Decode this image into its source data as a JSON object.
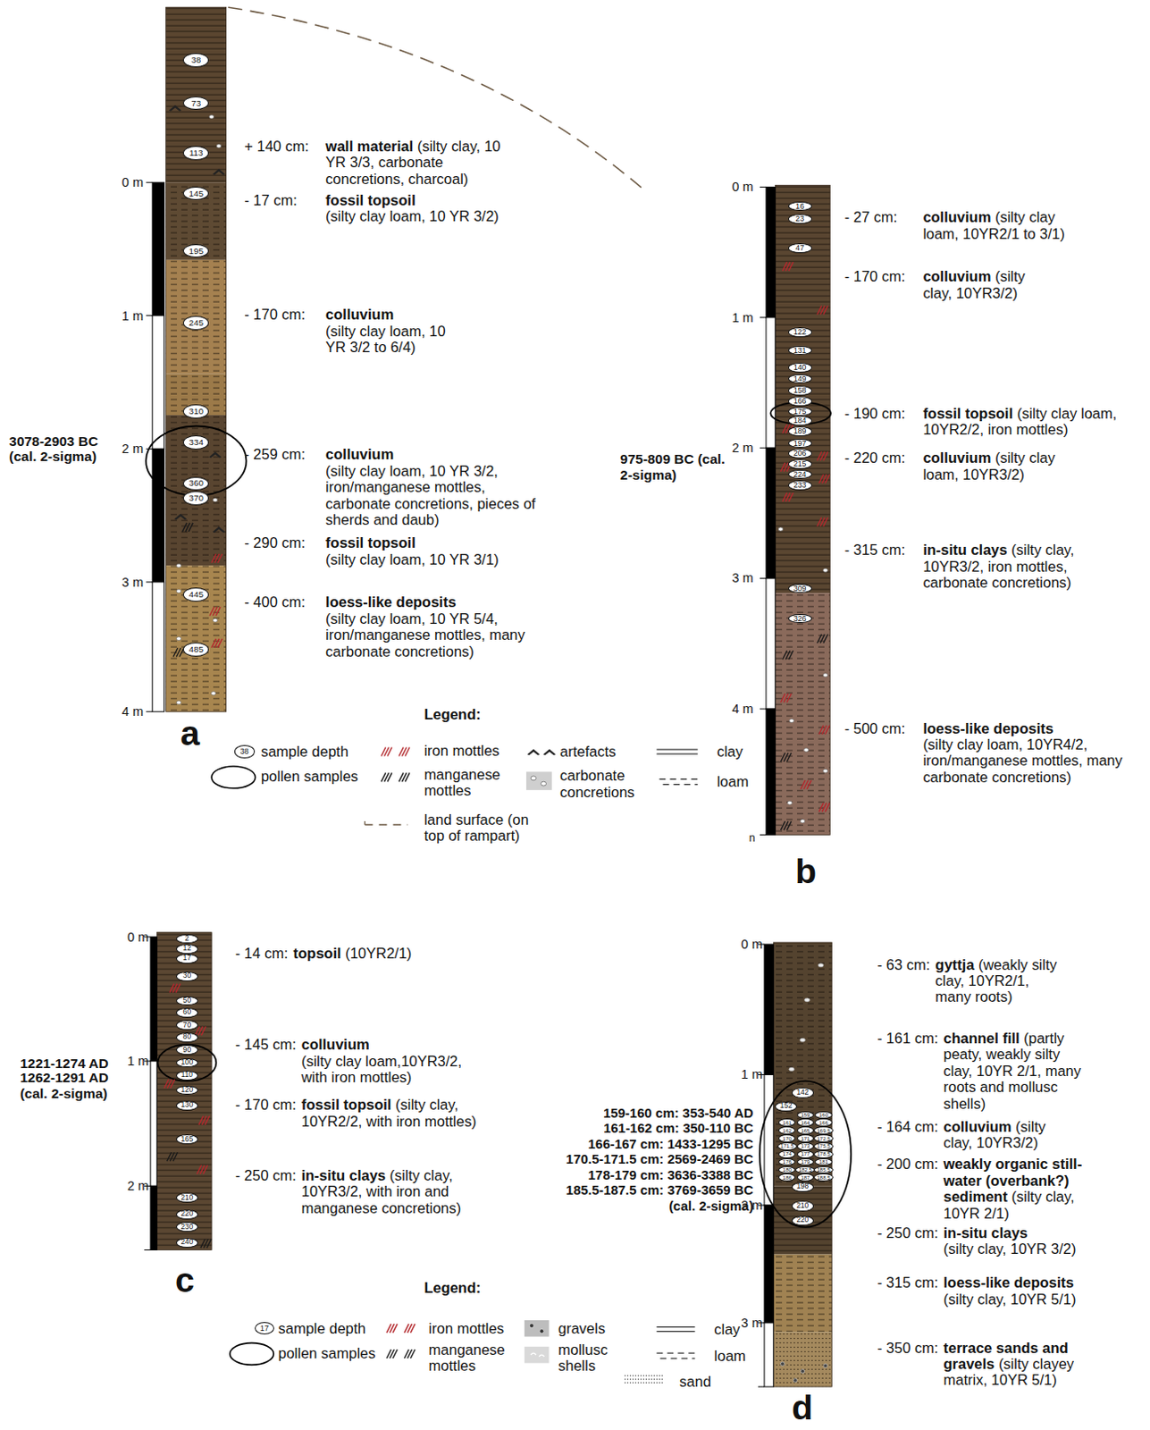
{
  "diagram": {
    "nodes": [
      {
        "text": [
          "38"
        ]
      },
      {
        "text": [
          "73"
        ]
      },
      {
        "text": [
          "113"
        ]
      },
      {
        "text": [
          "145"
        ]
      },
      {
        "text": [
          "195"
        ]
      },
      {
        "text": [
          "245"
        ]
      },
      {
        "text": [
          "310"
        ]
      },
      {
        "text": [
          "334"
        ]
      },
      {
        "text": [
          "360"
        ]
      },
      {
        "text": [
          "370"
        ]
      },
      {
        "text": [
          "445"
        ]
      },
      {
        "text": [
          "485"
        ]
      },
      {
        "text": [
          "16"
        ]
      },
      {
        "text": [
          "23"
        ]
      },
      {
        "text": [
          "47"
        ]
      },
      {
        "text": [
          "122"
        ]
      },
      {
        "text": [
          "131"
        ]
      },
      {
        "text": [
          "140"
        ]
      },
      {
        "text": [
          "149"
        ]
      },
      {
        "text": [
          "158"
        ]
      },
      {
        "text": [
          "166"
        ]
      },
      {
        "text": [
          "175"
        ]
      },
      {
        "text": [
          "184"
        ]
      },
      {
        "text": [
          "189"
        ]
      },
      {
        "text": [
          "197"
        ]
      },
      {
        "text": [
          "206"
        ]
      },
      {
        "text": [
          "215"
        ]
      },
      {
        "text": [
          "224"
        ]
      },
      {
        "text": [
          "233"
        ]
      },
      {
        "text": [
          "309"
        ]
      },
      {
        "text": [
          "326"
        ]
      },
      {
        "text": [
          "38"
        ]
      },
      {
        "text": [
          "2"
        ]
      },
      {
        "text": [
          "12"
        ]
      },
      {
        "text": [
          "17"
        ]
      },
      {
        "text": [
          "30"
        ]
      },
      {
        "text": [
          "50"
        ]
      },
      {
        "text": [
          "60"
        ]
      },
      {
        "text": [
          "70"
        ]
      },
      {
        "text": [
          "80"
        ]
      },
      {
        "text": [
          "90"
        ]
      },
      {
        "text": [
          "100"
        ]
      },
      {
        "text": [
          "110"
        ]
      },
      {
        "text": [
          "120"
        ]
      },
      {
        "text": [
          "130"
        ]
      },
      {
        "text": [
          "165"
        ]
      },
      {
        "text": [
          "210"
        ]
      },
      {
        "text": [
          "220"
        ]
      },
      {
        "text": [
          "230"
        ]
      },
      {
        "text": [
          "240"
        ]
      },
      {
        "text": [
          "142"
        ]
      },
      {
        "text": [
          "152"
        ]
      },
      {
        "text": [
          "159"
        ]
      },
      {
        "text": [
          "160"
        ]
      },
      {
        "text": [
          "161"
        ]
      },
      {
        "text": [
          "164"
        ]
      },
      {
        "text": [
          "166"
        ]
      },
      {
        "text": [
          "162"
        ]
      },
      {
        "text": [
          "165"
        ]
      },
      {
        "text": [
          "169.5"
        ]
      },
      {
        "text": [
          "170"
        ]
      },
      {
        "text": [
          "171"
        ]
      },
      {
        "text": [
          "172.5"
        ]
      },
      {
        "text": [
          "171.5"
        ]
      },
      {
        "text": [
          "173"
        ]
      },
      {
        "text": [
          "175.5"
        ]
      },
      {
        "text": [
          "174"
        ]
      },
      {
        "text": [
          "177"
        ]
      },
      {
        "text": [
          "178.5"
        ]
      },
      {
        "text": [
          "176"
        ]
      },
      {
        "text": [
          "179"
        ]
      },
      {
        "text": [
          "181"
        ]
      },
      {
        "text": [
          "180"
        ]
      },
      {
        "text": [
          "182.5"
        ]
      },
      {
        "text": [
          "185.5"
        ]
      },
      {
        "text": [
          "186"
        ]
      },
      {
        "text": [
          "187"
        ]
      },
      {
        "text": [
          "188.5"
        ]
      },
      {
        "text": [
          "198"
        ]
      },
      {
        "text": [
          "210"
        ]
      },
      {
        "text": [
          "220"
        ]
      },
      {
        "text": [
          "17"
        ]
      }
    ],
    "labels": [
      "a",
      "0 m",
      "1 m",
      "2 m",
      "3 m",
      "4 m",
      "3078-2903 BC (cal. 2-sigma)",
      "+ 140 cm:",
      "wall material",
      "(silty clay, 10 YR 3/3, carbonate concretions, charcoal)",
      "- 17 cm:",
      "fossil topsoil",
      "(silty clay loam, 10 YR 3/2)",
      "- 170 cm:",
      "colluvium",
      "(silty clay loam, 10 YR 3/2 to 6/4)",
      "- 259 cm:",
      "colluvium",
      "(silty clay loam, 10 YR 3/2, iron/manganese mottles, carbonate concretions, pieces of sherds and daub)",
      "- 290 cm:",
      "fossil topsoil",
      "(silty clay loam, 10 YR 3/1)",
      "- 400 cm:",
      "loess-like deposits",
      "(silty clay loam, 10 YR 5/4, iron/manganese mottles, many carbonate concretions)",
      "b",
      "0 m",
      "1 m",
      "2 m",
      "3 m",
      "4 m",
      "n",
      "975-809 BC (cal. 2-sigma)",
      "- 27 cm:",
      "colluvium",
      "(silty clay loam, 10YR2/1 to 3/1)",
      "- 170 cm:",
      "colluvium",
      "(silty clay, 10YR3/2)",
      "- 190 cm:",
      "fossil topsoil",
      "(silty clay loam, 10YR2/2, iron mottles)",
      "- 220 cm:",
      "colluvium",
      "(silty clay loam, 10YR3/2)",
      "- 315 cm:",
      "in-situ clays",
      "(silty clay, 10YR3/2, iron mottles, carbonate concretions)",
      "- 500 cm:",
      "loess-like deposits",
      "(silty clay loam, 10YR4/2, iron/manganese mottles, many carbonate concretions)",
      "Legend:",
      "c",
      "0 m",
      "1 m",
      "2 m",
      "1221-1274 AD",
      "1262-1291 AD",
      "(cal. 2-sigma)",
      "- 14 cm:",
      "topsoil",
      "(10YR2/1)",
      "- 145 cm:",
      "colluvium",
      "(silty clay loam,10YR3/2, with iron mottles)",
      "- 170 cm:",
      "fossil topsoil",
      "(silty clay, 10YR2/2, with iron mottles)",
      "- 250 cm:",
      "in-situ clays",
      "(silty clay, 10YR3/2, with iron and manganese concretions)",
      "d",
      "0 m",
      "1 m",
      "2 m",
      "3 m",
      "159-160 cm: 353-540 AD",
      "161-162 cm: 350-110 BC",
      "166-167 cm: 1433-1295 BC",
      "170.5-171.5 cm: 2569-2469 BC",
      "178-179 cm: 3636-3388 BC",
      "185.5-187.5 cm: 3769-3659 BC",
      "(cal. 2-sigma)",
      "- 63 cm:",
      "gyttja",
      "(weakly silty clay, 10YR2/1, many roots)",
      "- 161 cm:",
      "channel fill",
      "(partly peaty, weakly silty clay, 10YR 2/1, many roots and mollusc shells)",
      "- 164 cm:",
      "colluvium",
      "(silty clay, 10YR3/2)",
      "- 200 cm:",
      "weakly organic still-water (overbank?) sediment",
      "(silty clay, 10YR 2/1)",
      "- 250 cm:",
      "in-situ clays",
      "(silty clay, 10YR 3/2)",
      "- 315 cm:",
      "loess-like deposits",
      "(silty clay, 10YR 5/1)",
      "- 350 cm:",
      "terrace sands and gravels",
      "(silty clayey matrix, 10YR 5/1)",
      "Legend:"
    ],
    "legend": [
      {
        "text": "sample depth"
      },
      {
        "text": "iron mottles"
      },
      {
        "text": "artefacts"
      },
      {
        "text": "clay"
      },
      {
        "text": "pollen samples"
      },
      {
        "text": "manganese mottles"
      },
      {
        "text": "carbonate concretions"
      },
      {
        "text": "loam"
      },
      {
        "text": "land surface (on top of rampart)"
      },
      {
        "text": "sample depth"
      },
      {
        "text": "iron mottles"
      },
      {
        "text": "gravels"
      },
      {
        "text": "clay"
      },
      {
        "text": "pollen samples"
      },
      {
        "text": "manganese mottles"
      },
      {
        "text": "mollusc shells"
      },
      {
        "text": "loam"
      },
      {
        "text": "sand"
      }
    ]
  }
}
